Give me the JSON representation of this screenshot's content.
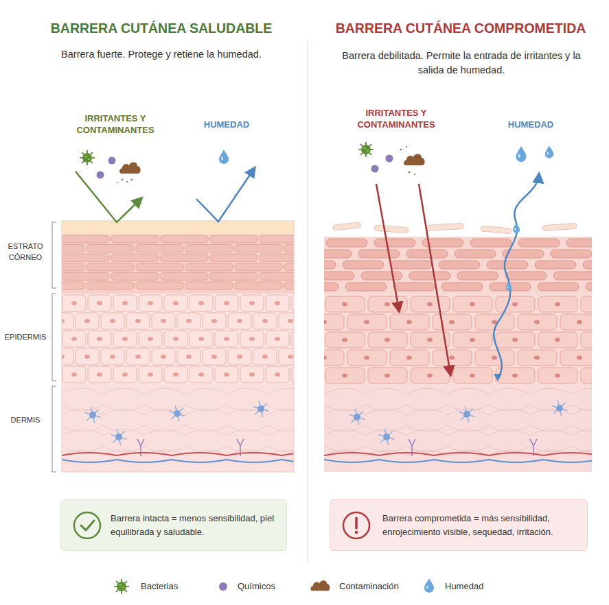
{
  "diagram": {
    "nodes": [
      {
        "text": [
          "Barrera intacta = menos sensibilidad, piel equilibrada y saludable."
        ]
      },
      {
        "text": [
          "Barrera comprometida = más sensibilidad, enrojecimiento visible, sequedad, irritación."
        ]
      }
    ],
    "labels": [
      "BARRERA CUTÁNEA SALUDABLE",
      "BARRERA CUTÁNEA COMPROMETIDA",
      "Barrera fuerte. Protege y retiene la humedad.",
      "Barrera debilitada. Permite la entrada de irritantes y la salida de humedad.",
      "IRRITANTES Y CONTAMINANTES",
      "HUMEDAD",
      "IRRITANTES Y CONTAMINANTES",
      "HUMEDAD",
      "ESTRATO CÓRNEO",
      "EPIDERMIS",
      "DERMIS"
    ],
    "legend": [
      {
        "text": "Bacterias"
      },
      {
        "text": "Químicos",
        "color": "#8a7ab8"
      },
      {
        "text": "Contaminación"
      },
      {
        "text": "Humedad"
      }
    ]
  }
}
